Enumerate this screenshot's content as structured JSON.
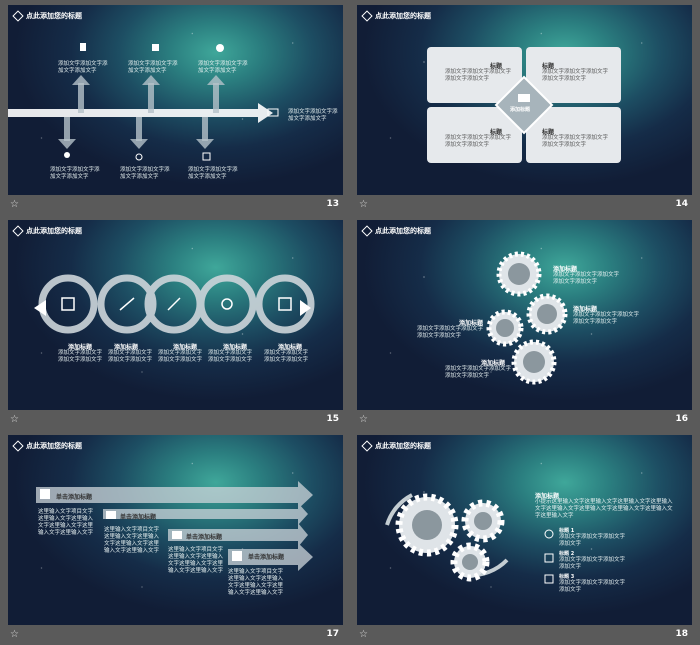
{
  "slide_header": "点此添加您的标题",
  "text_short": "添加文字添加文字添加文字添加文字",
  "text_mid": "添加文字添加文字添加文字添加文字添加文字",
  "title_label": "标题",
  "title_add": "添加标题",
  "add_text_center": "添加标题",
  "slide17": {
    "bars": [
      "单击添加标题",
      "单击添加标题",
      "单击添加标题",
      "单击添加标题"
    ],
    "body": "这里输入文字项目文字这里输入文字这里输入文字这里输入文字这里输入文字这里输入文字"
  },
  "slide18": {
    "title": "添加标题",
    "para": "小提示这里输入文字这里输入文字这里输入文字这里输入文字这里输入文字这里输入文字这里输入文字这里输入文字这里输入文字",
    "items": [
      "标题 1",
      "标题 2",
      "标题 3"
    ]
  },
  "page_numbers": [
    "13",
    "14",
    "15",
    "16",
    "17",
    "18"
  ]
}
